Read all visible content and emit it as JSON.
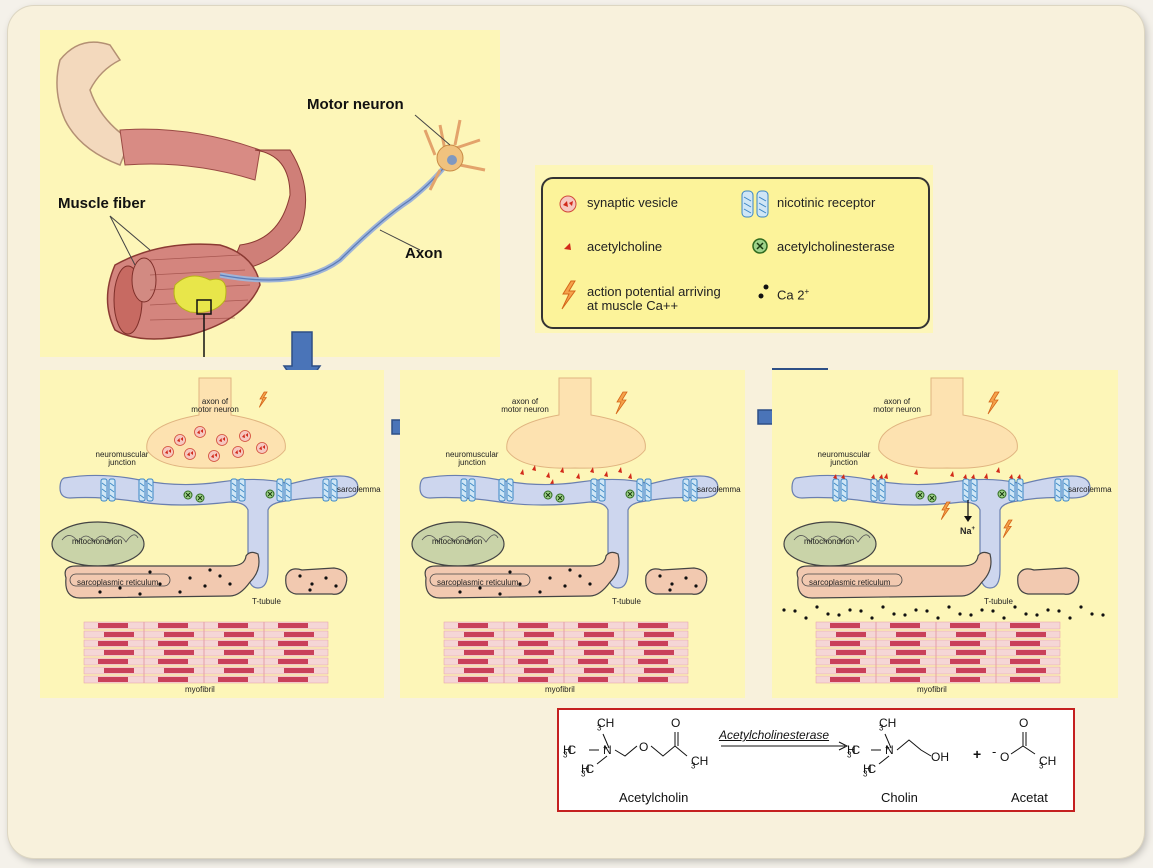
{
  "overview": {
    "motor_neuron": "Motor neuron",
    "muscle_fiber": "Muscle fiber",
    "axon": "Axon"
  },
  "legend": {
    "synaptic_vesicle": "synaptic vesicle",
    "nicotinic_receptor": "nicotinic receptor",
    "acetylcholine": "acetylcholine",
    "acetylcholinesterase": "acetylcholinesterase",
    "action_potential_line1": "action potential arriving",
    "action_potential_line2": "at muscle  Ca++",
    "ca2": "Ca 2",
    "ca2_sup": "+"
  },
  "panels": [
    {
      "axon_line1": "axon of",
      "axon_line2": "motor neuron",
      "nmj_line1": "neuromuscular",
      "nmj_line2": "junction",
      "sarcolemma": "sarcolemma",
      "mitochondrion": "mitochondrion",
      "sr": "sarcoplasmic  reticulum",
      "ttubule": "T-tubule",
      "myofibril": "myofibril"
    },
    {
      "axon_line1": "axon of",
      "axon_line2": "motor neuron",
      "nmj_line1": "neuromuscular",
      "nmj_line2": "junction",
      "sarcolemma": "sarcolemma",
      "mitochondrion": "mitochondrion",
      "sr": "sarcoplasmic  reticulum",
      "ttubule": "T-tubule",
      "myofibril": "myofibril"
    },
    {
      "axon_line1": "axon of",
      "axon_line2": "motor neuron",
      "nmj_line1": "neuromuscular",
      "nmj_line2": "junction",
      "sarcolemma": "sarcolemma",
      "mitochondrion": "mitochondrion",
      "sr": "sarcoplasmic  reticulum",
      "ttubule": "T-tubule",
      "myofibril": "myofibril",
      "na": "Na",
      "na_sup": "+"
    }
  ],
  "reaction": {
    "enzyme": "Acetylcholinesterase",
    "reactant": "Acetylcholin",
    "product1": "Cholin",
    "product2": "Acetat",
    "plus": "+",
    "ch3": "CH",
    "h3c": "H",
    "sub3": "3",
    "c_atom": "C",
    "n_atom": "N",
    "n_charge": "+",
    "o_atom": "O",
    "oh": "OH",
    "minus": "-"
  },
  "colors": {
    "panel_bg": "#fdf6b8",
    "arrow_blue": "#3f6aaa",
    "reaction_border": "#c42020",
    "legend_border": "#333333",
    "muscle": "#c97a72",
    "sr_fill": "#f2c9b0",
    "mito_fill": "#c9d3a8",
    "membrane": "#aab8d8",
    "receptor": "#5aa6d6"
  },
  "icons": [
    "synaptic-vesicle-icon",
    "nicotinic-receptor-icon",
    "acetylcholine-icon",
    "acetylcholinesterase-icon",
    "action-potential-icon",
    "calcium-ion-icon",
    "down-arrow-icon",
    "right-arrow-icon"
  ]
}
